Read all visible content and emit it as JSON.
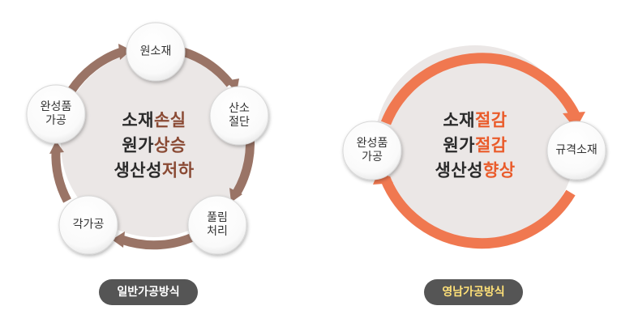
{
  "left_diagram": {
    "nodes": {
      "raw_material": "원소재",
      "oxygen_cutting_1": "산소",
      "oxygen_cutting_2": "절단",
      "grinding_1": "풀림",
      "grinding_2": "처리",
      "corner_forming": "각가공",
      "finished_1": "완성품",
      "finished_2": "가공"
    },
    "center": {
      "line1_prefix": "소재",
      "line1_highlight": "손실",
      "line2_prefix": "원가",
      "line2_highlight": "상승",
      "line3_prefix": "생산성",
      "line3_highlight": "저하"
    },
    "caption": "일반가공방식",
    "colors": {
      "ring": "#9a7466",
      "highlight": "#8a4a34",
      "fill": "#ebe7e6"
    }
  },
  "right_diagram": {
    "nodes": {
      "finished_1": "완성품",
      "finished_2": "가공",
      "standard_material": "규격소재"
    },
    "center": {
      "line1_prefix": "소재",
      "line1_highlight": "절감",
      "line2_prefix": "원가",
      "line2_highlight": "절감",
      "line3_prefix": "생산성",
      "line3_highlight": "향상"
    },
    "caption": "영남가공방식",
    "colors": {
      "ring": "#f07850",
      "highlight": "#ea5b2a",
      "fill": "#ebe7e6"
    }
  }
}
